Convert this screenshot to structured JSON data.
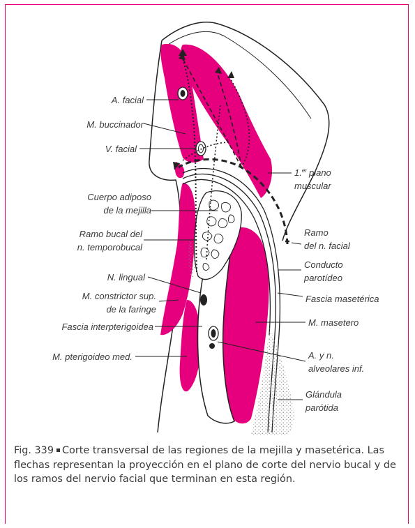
{
  "figure": {
    "labels_left": [
      "A. facial",
      "M. buccinador",
      "V. facial",
      "Cuerpo adiposo",
      "de la mejilla",
      "Ramo bucal del",
      "n. temporobucal",
      "N. lingual",
      "M. constrictor sup.",
      "de la faringe",
      "Fascia interpterigoidea",
      "M. pterigoideo med."
    ],
    "labels_right": [
      "plano",
      "muscular",
      "Ramo",
      "del n. facial",
      "Conducto",
      "parotídeo",
      "Fascia masetérica",
      "M. masetero",
      "A. y n.",
      "alveolares inf.",
      "Glándula",
      "parótida"
    ],
    "plane_numeral": "1.",
    "plane_superscript": "er",
    "colors": {
      "muscle": "#e6007e",
      "frame": "#e6007e",
      "line": "#222222"
    }
  },
  "caption": {
    "figure_number": "Fig. 339",
    "text": "Corte transversal de las regiones de la mejilla y masetérica. Las flechas representan la proyección en el plano de corte del nervio bucal y de los ramos del nervio facial que terminan en esta región."
  }
}
